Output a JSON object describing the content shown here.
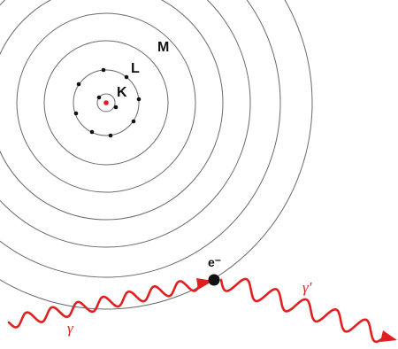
{
  "diagram": {
    "shells": {
      "k_label": "K",
      "l_label": "L",
      "m_label": "M"
    },
    "electron": {
      "label": "e⁻"
    },
    "photons": {
      "incident_label": "γ",
      "scattered_label": "γ′"
    },
    "colors": {
      "nucleus": "#e02020",
      "photon": "#e02020",
      "orbit": "#6a6a6a",
      "electron": "#111111"
    }
  }
}
